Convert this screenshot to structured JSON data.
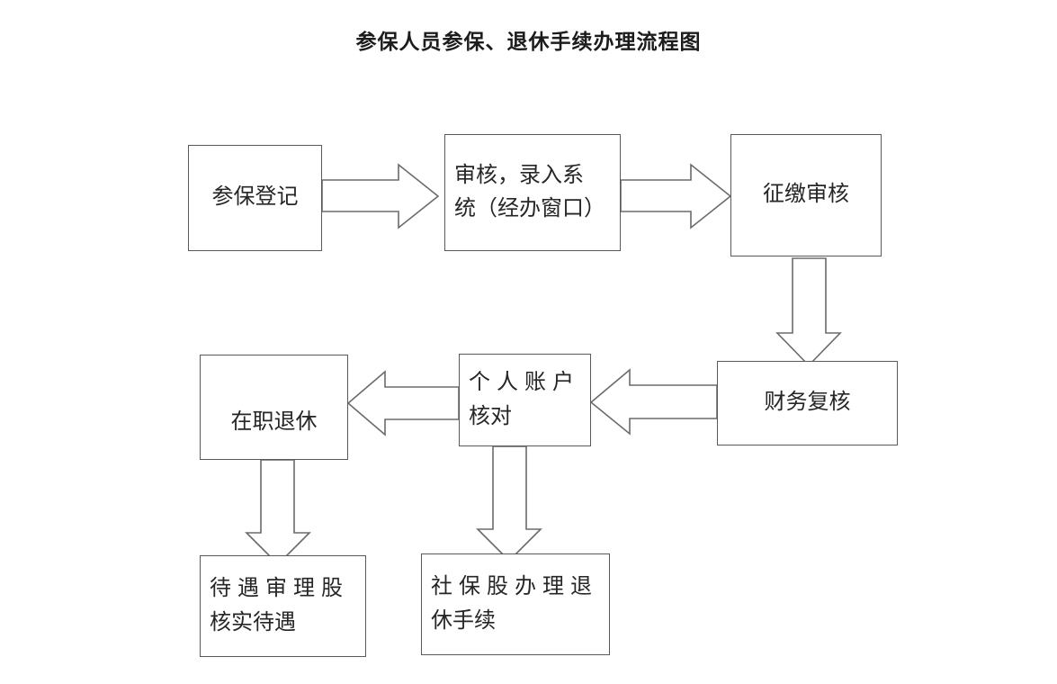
{
  "title": "参保人员参保、退休手续办理流程图",
  "diagram": {
    "type": "flowchart",
    "orientation": "left-to-right, then down",
    "colors": {
      "box_border": "#595959",
      "box_fill": "#ffffff",
      "arrow_stroke": "#6b6b6b",
      "arrow_fill": "#ffffff",
      "text": "#262626",
      "page_background": "#ffffff"
    },
    "nodes": [
      {
        "id": "canbao-dengji",
        "label": "参保登记",
        "lines": [
          "参保登记"
        ]
      },
      {
        "id": "shenhe-luru",
        "label": "审核，录入系统（经办窗口）",
        "lines": [
          "审核，录入系",
          "统（经办窗口）"
        ]
      },
      {
        "id": "zhengjiao-shenhe",
        "label": "征缴审核",
        "lines": [
          "征缴审核"
        ]
      },
      {
        "id": "caiwu-fuhe",
        "label": "财务复核",
        "lines": [
          "财务复核"
        ]
      },
      {
        "id": "geren-zhanghu",
        "label": "个人账户核对",
        "lines": [
          "个人账户",
          "核对"
        ]
      },
      {
        "id": "zaizhi-tuixiu",
        "label": "在职退休",
        "lines": [
          "在职退休"
        ]
      },
      {
        "id": "daiyu-shenli",
        "label": "待遇审理股核实待遇",
        "lines": [
          "待遇审理股",
          "核实待遇"
        ]
      },
      {
        "id": "shebao-gu",
        "label": "社保股办理退休手续",
        "lines": [
          "社保股办理退",
          "休手续"
        ]
      }
    ],
    "edges": [
      {
        "from": "canbao-dengji",
        "to": "shenhe-luru",
        "direction": "right"
      },
      {
        "from": "shenhe-luru",
        "to": "zhengjiao-shenhe",
        "direction": "right"
      },
      {
        "from": "zhengjiao-shenhe",
        "to": "caiwu-fuhe",
        "direction": "down"
      },
      {
        "from": "caiwu-fuhe",
        "to": "geren-zhanghu",
        "direction": "left"
      },
      {
        "from": "geren-zhanghu",
        "to": "zaizhi-tuixiu",
        "direction": "left"
      },
      {
        "from": "zaizhi-tuixiu",
        "to": "daiyu-shenli",
        "direction": "down"
      },
      {
        "from": "geren-zhanghu",
        "to": "shebao-gu",
        "direction": "down"
      }
    ]
  }
}
